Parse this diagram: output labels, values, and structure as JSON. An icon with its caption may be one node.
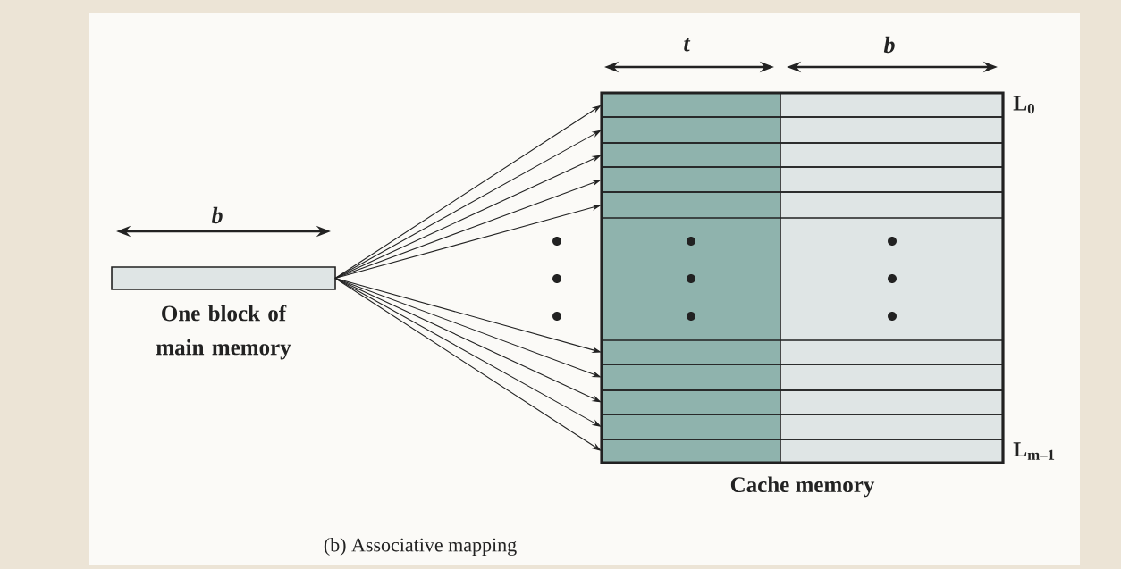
{
  "diagram": {
    "caption": "(b) Associative mapping",
    "nodes": [
      {
        "text": [],
        "shape": "bar",
        "beside": [
          "One block of main memory"
        ]
      },
      {
        "text": [],
        "shape": "box",
        "beside": [
          "Cache memory"
        ]
      },
      {
        "text": [],
        "shape": "bar",
        "in": 1,
        "beside": [
          "L$_{0}$"
        ]
      },
      {
        "text": [],
        "shape": "bar",
        "in": 1
      },
      {
        "text": [],
        "shape": "bar",
        "in": 1
      },
      {
        "text": [],
        "shape": "bar",
        "in": 1
      },
      {
        "text": [],
        "shape": "bar",
        "in": 1
      },
      {
        "text": [],
        "shape": "bar",
        "in": 1
      },
      {
        "text": [],
        "shape": "bar",
        "in": 1
      },
      {
        "text": [],
        "shape": "bar",
        "in": 1
      },
      {
        "text": [],
        "shape": "bar",
        "in": 1
      },
      {
        "text": [],
        "shape": "bar",
        "in": 1,
        "beside": [
          "L$_{m–1}$"
        ]
      }
    ],
    "edges": [
      {
        "from": 0,
        "to": 2,
        "arrow": "to"
      },
      {
        "from": 0,
        "to": 3,
        "arrow": "to"
      },
      {
        "from": 0,
        "to": 4,
        "arrow": "to"
      },
      {
        "from": 0,
        "to": 5,
        "arrow": "to"
      },
      {
        "from": 0,
        "to": 6,
        "arrow": "to"
      },
      {
        "from": 0,
        "to": 7,
        "arrow": "to"
      },
      {
        "from": 0,
        "to": 8,
        "arrow": "to"
      },
      {
        "from": 0,
        "to": 9,
        "arrow": "to"
      },
      {
        "from": 0,
        "to": 10,
        "arrow": "to"
      },
      {
        "from": 0,
        "to": 11,
        "arrow": "to"
      }
    ],
    "labels": [
      "t",
      "b",
      "b"
    ]
  }
}
